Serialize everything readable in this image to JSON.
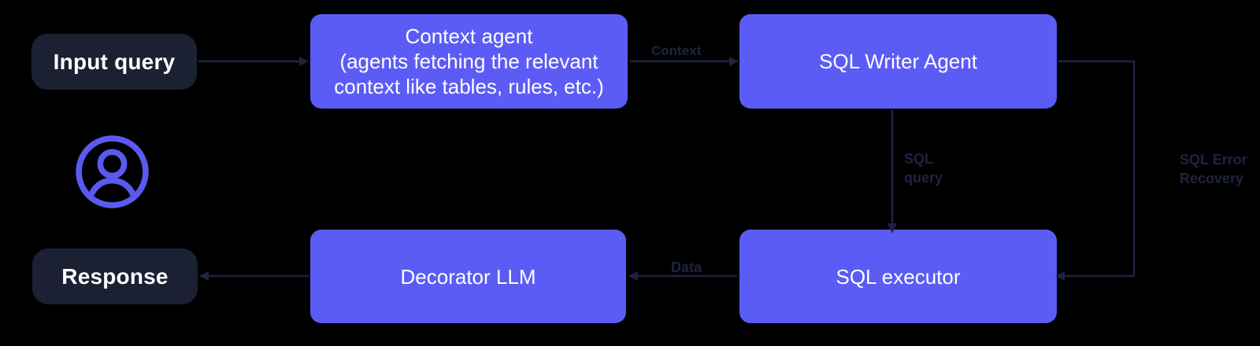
{
  "diagram": {
    "title": "text-to-sql agent pipeline",
    "colors": {
      "background": "#000000",
      "agent_box": "#5b5cf5",
      "pill_box": "#1c2033",
      "box_text": "#ffffff",
      "edge_label_text": "#1e2440",
      "user_icon": "#5a5af0",
      "connector": "#1e2440"
    },
    "nodes": {
      "input_query": {
        "label": "Input query"
      },
      "response": {
        "label": "Response"
      },
      "context_agent": {
        "line1": "Context agent",
        "line2": "(agents fetching the relevant",
        "line3": "context like tables, rules, etc.)"
      },
      "sql_writer": {
        "label": "SQL Writer Agent"
      },
      "decorator_llm": {
        "label": "Decorator LLM"
      },
      "sql_executor": {
        "label": "SQL executor"
      }
    },
    "edge_labels": {
      "context": "Context",
      "sql_query_line1": "SQL",
      "sql_query_line2": "query",
      "data": "Data",
      "sql_error_line1": "SQL Error",
      "sql_error_line2": "Recovery"
    },
    "icons": {
      "user": "user-circle-icon"
    }
  }
}
